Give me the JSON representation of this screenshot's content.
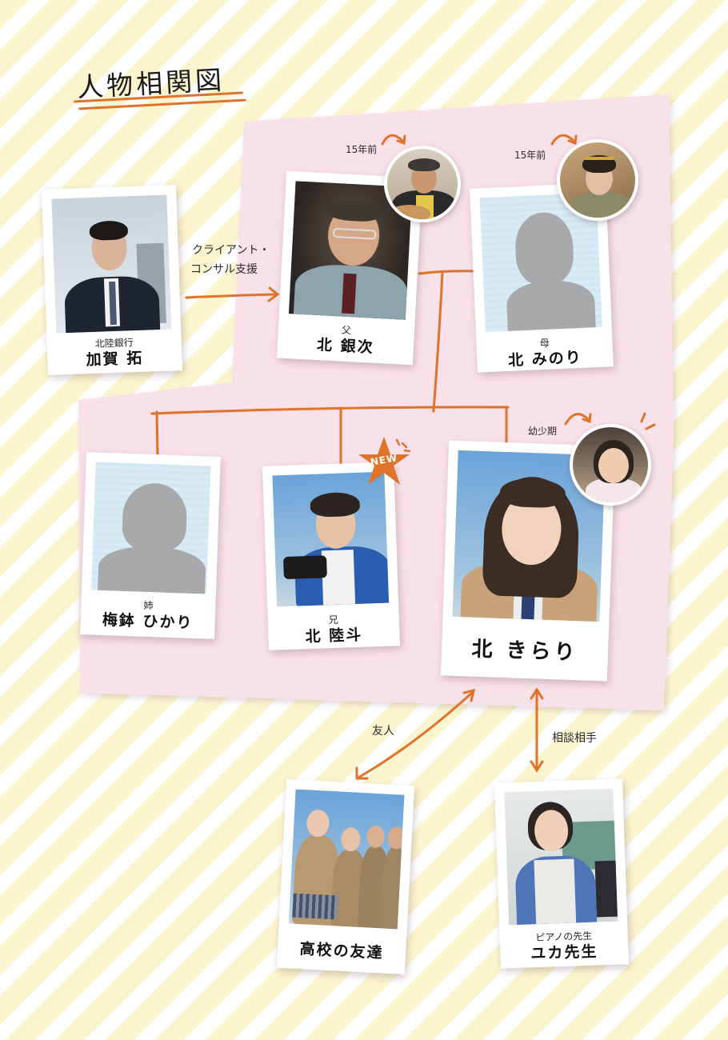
{
  "title": "人物相関図",
  "colors": {
    "accent_orange": "#e0732a",
    "panel_pink": "#f9e1ea",
    "stripe_yellow": "#fbf5cf",
    "silhouette_gray": "#a7a9ab",
    "silhouette_bg": "#d9ecf6"
  },
  "characters": {
    "kaga": {
      "role": "北陸銀行",
      "name": "加賀 拓",
      "photo": "man-in-suit-photo"
    },
    "ginji": {
      "role": "父",
      "name": "北 銀次",
      "photo": "smiling-older-man-photo",
      "inset_label": "15年前"
    },
    "minori": {
      "role": "母",
      "name": "北 みのり",
      "photo": "silhouette",
      "inset_label": "15年前"
    },
    "hikari": {
      "role": "姉",
      "name": "梅鉢 ひかり",
      "photo": "silhouette"
    },
    "rikuto": {
      "role": "兄",
      "name": "北 陸斗",
      "photo": "young-man-with-camera-photo",
      "badge": "NEW"
    },
    "kirari": {
      "role": "",
      "name": "北 きらり",
      "photo": "schoolgirl-photo",
      "inset_label": "幼少期"
    },
    "friends": {
      "role": "",
      "name": "高校の友達",
      "photo": "students-group-photo"
    },
    "yuka": {
      "role": "ピアノの先生",
      "name": "ユカ先生",
      "photo": "piano-teacher-photo"
    }
  },
  "relations": {
    "kaga_to_ginji_line1": "クライアント・",
    "kaga_to_ginji_line2": "コンサル支援",
    "kirari_friends": "友人",
    "kirari_yuka": "相談相手"
  }
}
